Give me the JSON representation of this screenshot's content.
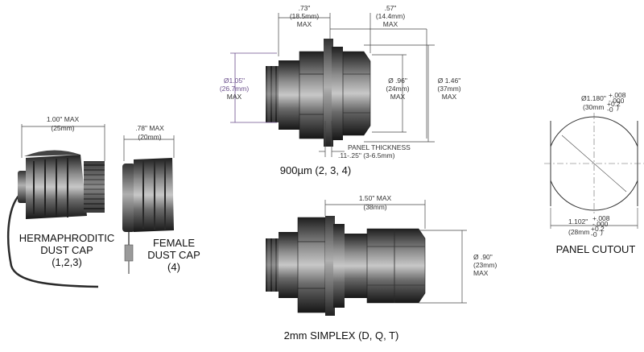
{
  "labels": {
    "herm_line1": "HERMAPHRODITIC",
    "herm_line2": "DUST CAP",
    "herm_line3": "(1,2,3)",
    "female_line1": "FEMALE",
    "female_line2": "DUST CAP",
    "female_line3": "(4)",
    "um900": "900µm  (2, 3, 4)",
    "simplex": "2mm SIMPLEX (D, Q, T)",
    "cutout": "PANEL CUTOUT"
  },
  "dims": {
    "herm_in": "1.00\" MAX",
    "herm_mm": "(25mm)",
    "fem_in": ".78\" MAX",
    "fem_mm": "(20mm)",
    "d073_in": ".73\"",
    "d073_mm": "(18.5mm)",
    "d073_max": "MAX",
    "d057_in": ".57\"",
    "d057_mm": "(14.4mm)",
    "d057_max": "MAX",
    "d105_in": "Ø1.05\"",
    "d105_mm": "(26.7mm)",
    "d105_max": "MAX",
    "d096_in": "Ø .96\"",
    "d096_mm": "(24mm)",
    "d096_max": "MAX",
    "d146_in": "Ø 1.46\"",
    "d146_mm": "(37mm)",
    "d146_max": "MAX",
    "panel_t1": "PANEL THICKNESS",
    "panel_t2": ".11-.25\" (3-6.5mm)",
    "d150_in": "1.50\" MAX",
    "d150_mm": "(38mm)",
    "d090_in": "Ø .90\"",
    "d090_mm": "(23mm)",
    "d090_max": "MAX",
    "c1180_in": "Ø1.180\"",
    "c1180_tol_up": "+.008",
    "c1180_tol_dn": "-.000",
    "c1180_mm": "(30mm",
    "c1180_mm_up": "+0.2",
    "c1180_mm_dn": "-0",
    "c1180_mm_close": ")",
    "c1102_in": "1.102\"",
    "c1102_tol_up": "+.008",
    "c1102_tol_dn": "-.000",
    "c1102_mm": "(28mm",
    "c1102_mm_up": "+0.2",
    "c1102_mm_dn": "-0",
    "c1102_mm_close": ")"
  },
  "colors": {
    "metal_dark": "#2b2b2b",
    "metal_mid": "#5a5a5a",
    "metal_light": "#9a9a9a",
    "dimension_line": "#444444",
    "purple_accent": "#6b4f8c"
  }
}
